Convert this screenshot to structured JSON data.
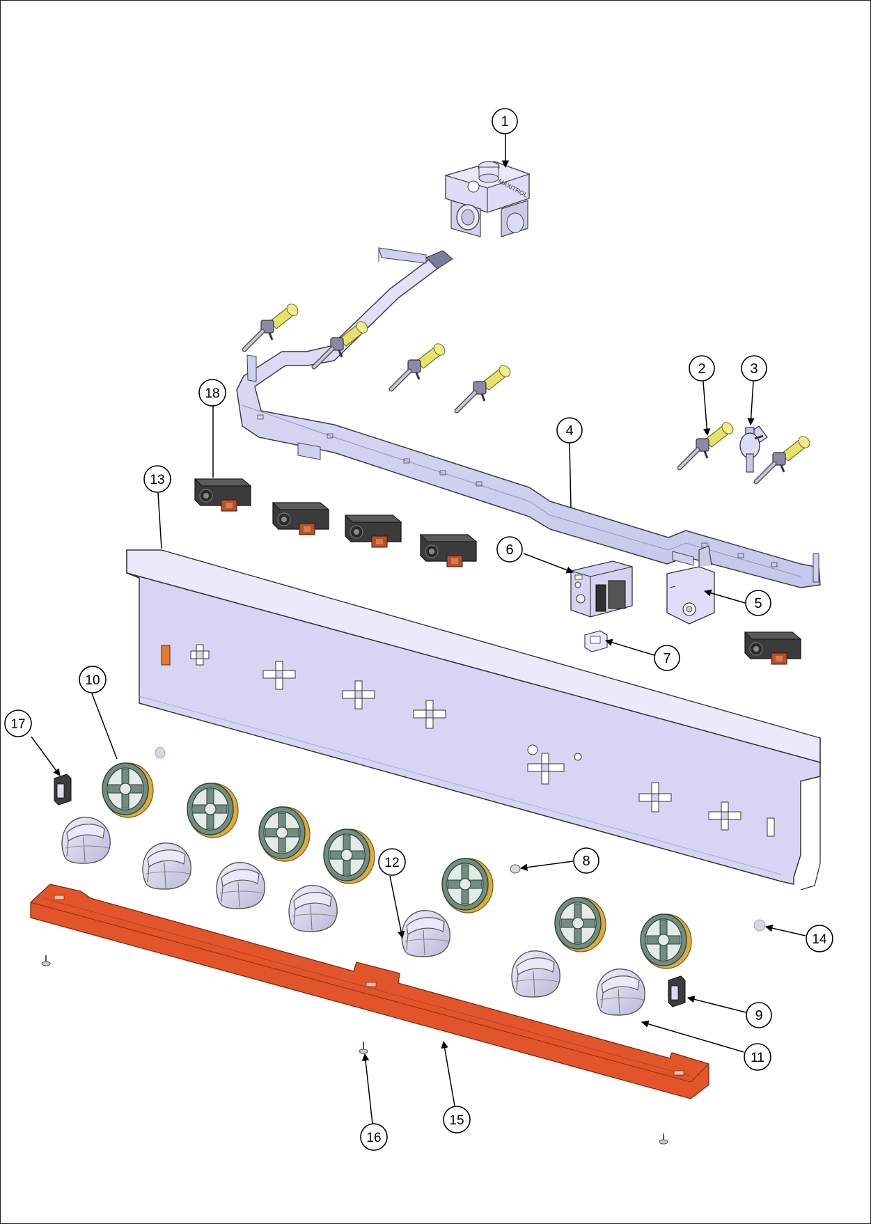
{
  "diagram": {
    "callouts": [
      {
        "id": "c1",
        "label": "1"
      },
      {
        "id": "c2",
        "label": "2"
      },
      {
        "id": "c3",
        "label": "3"
      },
      {
        "id": "c4",
        "label": "4"
      },
      {
        "id": "c5",
        "label": "5"
      },
      {
        "id": "c6",
        "label": "6"
      },
      {
        "id": "c7",
        "label": "7"
      },
      {
        "id": "c8",
        "label": "8"
      },
      {
        "id": "c9",
        "label": "9"
      },
      {
        "id": "c10",
        "label": "10"
      },
      {
        "id": "c11",
        "label": "11"
      },
      {
        "id": "c12",
        "label": "12"
      },
      {
        "id": "c13",
        "label": "13"
      },
      {
        "id": "c14",
        "label": "14"
      },
      {
        "id": "c15",
        "label": "15"
      },
      {
        "id": "c16",
        "label": "16"
      },
      {
        "id": "c17",
        "label": "17"
      },
      {
        "id": "c18",
        "label": "18"
      }
    ],
    "colors": {
      "metal": "#d6d6f4",
      "metal_dark": "#a9a9cf",
      "outline": "#3a3a4a",
      "bezel_green": "#6e8e7e",
      "bezel_rim": "#e2a83a",
      "trim_orange": "#e2542a",
      "dark_part": "#3b3b3b",
      "brass": "#e9e26a"
    }
  }
}
